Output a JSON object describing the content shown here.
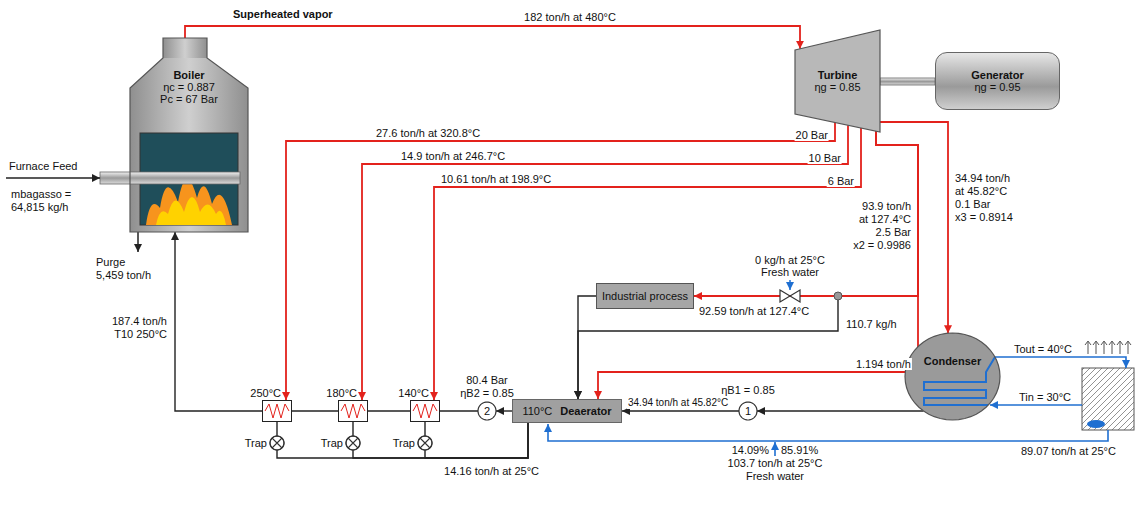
{
  "diagram": {
    "nodes": [
      {
        "text": [
          "Boiler",
          "ηc = 0.887",
          "Pc = 67 Bar"
        ]
      },
      {
        "text": [
          "Turbine",
          "ηg = 0.85"
        ]
      },
      {
        "text": [
          "Generator",
          "ηg = 0.95"
        ]
      },
      {
        "text": [
          "Industrial process"
        ]
      },
      {
        "text": [
          "110°C",
          "Deaerator"
        ]
      },
      {
        "text": [
          "2"
        ]
      },
      {
        "text": [
          "1"
        ]
      },
      {
        "text": [
          "Condenser"
        ]
      },
      {
        "text": [
          "250°C"
        ]
      },
      {
        "text": [
          "180°C"
        ]
      },
      {
        "text": [
          "140°C"
        ]
      },
      {
        "text": [
          "Trap"
        ]
      },
      {
        "text": [
          "Trap"
        ]
      },
      {
        "text": [
          "Trap"
        ]
      }
    ],
    "edges": [
      {
        "from": 0,
        "to": 1,
        "label": "182 ton/h at 480°C",
        "arrow": "to"
      },
      {
        "from": 1,
        "to": 8,
        "label": "27.6 ton/h at 320.8°C",
        "arrow": "to"
      },
      {
        "from": 1,
        "to": 9,
        "label": "14.9 ton/h at 246.7°C",
        "arrow": "to"
      },
      {
        "from": 1,
        "to": 10,
        "label": "10.61 ton/h at 198.9°C",
        "arrow": "to"
      },
      {
        "from": 1,
        "to": 3,
        "label": "92.59 ton/h at 127.4°C",
        "arrow": "to"
      },
      {
        "from": 1,
        "to": 4,
        "label": "110.7 kg/h",
        "arrow": "to"
      },
      {
        "from": 1,
        "to": 4,
        "label": "1.194 ton/h",
        "arrow": "to"
      },
      {
        "from": 1,
        "to": 7,
        "arrow": "to"
      },
      {
        "from": 3,
        "to": 4,
        "arrow": "to"
      },
      {
        "from": 7,
        "to": 6,
        "arrow": "to"
      },
      {
        "from": 6,
        "to": 4,
        "label": "34.94 ton/h at 45.82°C",
        "arrow": "to"
      },
      {
        "from": 4,
        "to": 5,
        "arrow": "to"
      },
      {
        "from": 5,
        "to": 10,
        "arrow": "none"
      },
      {
        "from": 10,
        "to": 9,
        "arrow": "none"
      },
      {
        "from": 9,
        "to": 8,
        "arrow": "none"
      },
      {
        "from": 8,
        "to": 0,
        "arrow": "to"
      },
      {
        "from": 8,
        "to": 11,
        "arrow": "none"
      },
      {
        "from": 9,
        "to": 12,
        "arrow": "none"
      },
      {
        "from": 10,
        "to": 13,
        "arrow": "none"
      },
      {
        "from": 11,
        "to": 4,
        "arrow": "none"
      },
      {
        "from": 12,
        "to": 4,
        "arrow": "none"
      },
      {
        "from": 13,
        "to": 4,
        "arrow": "none"
      }
    ],
    "labels": [
      "Superheated vapor",
      "20 Bar",
      "10 Bar",
      "6 Bar",
      "93.9 ton/h",
      "at 127.4°C",
      "2.5 Bar",
      "x2 = 0.9986",
      "34.94 ton/h",
      "at 45.82°C",
      "0.1 Bar",
      "x3 = 0.8914",
      "0 kg/h at 25°C",
      "Fresh water",
      "Furnace Feed",
      "mbagasso =",
      "64,815 kg/h",
      "Purge",
      "5,459 ton/h",
      "187.4 ton/h",
      "T10 250°C",
      "80.4 Bar",
      "ηB2 = 0.85",
      "ηB1 = 0.85",
      "Tout = 40°C",
      "Tin = 30°C",
      "14.16 ton/h at 25°C",
      "14.09%",
      "85.91%",
      "103.7 ton/h at 25°C",
      "Fresh water",
      "89.07 ton/h at 25°C"
    ]
  }
}
